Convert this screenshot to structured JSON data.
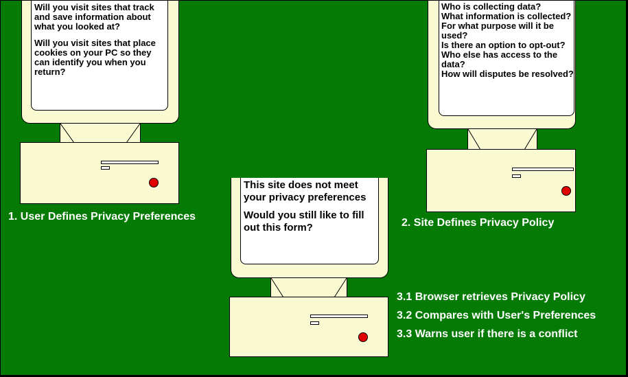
{
  "colors": {
    "background": "#057a05",
    "computer_body": "#fafad2",
    "screen": "#ffffff",
    "power_light": "#e00000",
    "caption_text": "#ffffff"
  },
  "user_computer": {
    "screen_lines": [
      "Will you visit sites that track and save information about what you looked at?",
      "Will you visit sites that place cookies on your PC so they can identify you when you return?"
    ],
    "caption": "1. User Defines Privacy Preferences"
  },
  "site_computer": {
    "screen_lines": [
      "Who is collecting data?",
      "What information is collected?",
      "For what purpose will it be used?",
      "Is there an option to opt-out?",
      "Who else has access to the data?",
      "How will disputes be resolved?"
    ],
    "caption": "2. Site Defines Privacy Policy"
  },
  "browser_computer": {
    "screen_lines": [
      "This site does not meet your privacy preferences",
      "Would you still like to fill out this form?"
    ],
    "steps": [
      "3.1 Browser retrieves Privacy Policy",
      "3.2 Compares with User's Preferences",
      "3.3 Warns user if there is a conflict"
    ]
  }
}
